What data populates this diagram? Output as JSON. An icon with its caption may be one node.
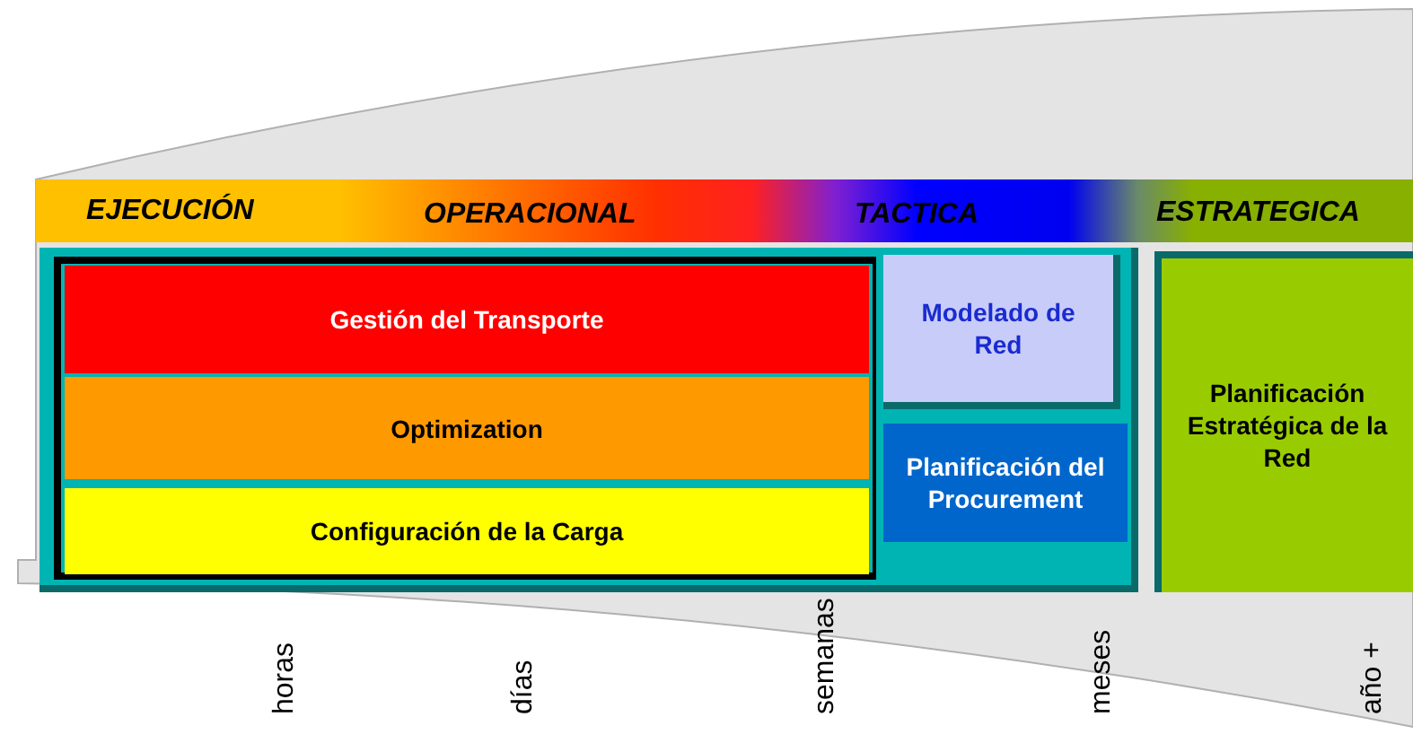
{
  "diagram": {
    "nodes": [
      {
        "text": [
          "EJECUCIÓN",
          "OPERACIONAL",
          "TACTICA",
          "ESTRATEGICA"
        ]
      },
      {
        "text": [],
        "shape": "box"
      },
      {
        "text": [
          "Gestión del Transporte"
        ],
        "in": 1
      },
      {
        "text": [
          "Optimization"
        ],
        "in": 1
      },
      {
        "text": [
          "Configuración de la Carga"
        ],
        "in": 1
      },
      {
        "text": [],
        "shape": "box"
      },
      {
        "text": [
          "Modelado de Red"
        ],
        "in": 5
      },
      {
        "text": [
          "Planificación del Procurement"
        ],
        "in": 5
      },
      {
        "text": [
          "Planificación Estratégica de la Red"
        ]
      }
    ],
    "edges": [],
    "labels": [
      "horas",
      "días",
      "semanas",
      "meses",
      "año +"
    ]
  }
}
